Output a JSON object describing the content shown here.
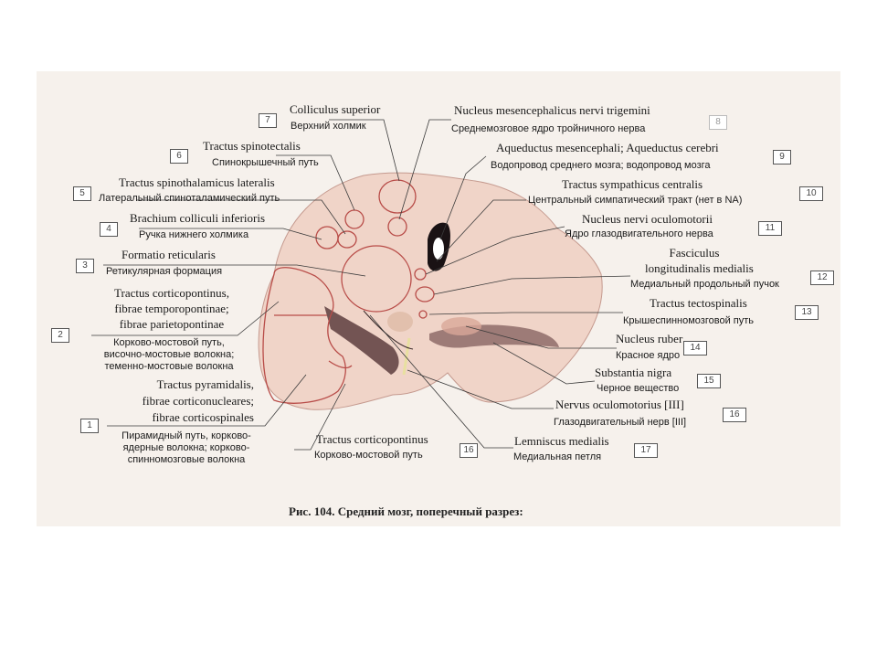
{
  "figure": {
    "caption": "Рис. 104. Средний мозг, поперечный разрез:",
    "colors": {
      "background": "#f6f1ec",
      "tissue": "#f0d4c8",
      "outline": "#b84c48",
      "dark": "#3a2326"
    }
  },
  "labels": {
    "l1": {
      "num": "1",
      "latin": [
        "Tractus pyramidalis,",
        "fibrae corticonucleares;",
        "fibrae corticospinales"
      ],
      "russian": [
        "Пирамидный путь, корково-",
        "ядерные волокна; корково-",
        "спинномозговые волокна"
      ]
    },
    "l2": {
      "num": "2",
      "latin": [
        "Tractus corticopontinus,",
        "fibrae temporopontinae;",
        "fibrae parietopontinae"
      ],
      "russian": [
        "Корково-мостовой путь,",
        "височно-мостовые волокна;",
        "теменно-мостовые волокна"
      ]
    },
    "l3": {
      "num": "3",
      "latin": "Formatio reticularis",
      "russian": "Ретикулярная формация"
    },
    "l4": {
      "num": "4",
      "latin": "Brachium colliculi inferioris",
      "russian": "Ручка нижнего холмика"
    },
    "l5": {
      "num": "5",
      "latin": "Tractus spinothalamicus lateralis",
      "russian": "Латеральный спиноталамический путь"
    },
    "l6": {
      "num": "6",
      "latin": "Tractus spinotectalis",
      "russian": "Спинокрышечный путь"
    },
    "l7": {
      "num": "7",
      "latin": "Colliculus superior",
      "russian": "Верхний холмик"
    },
    "l8": {
      "num": "8",
      "latin": "Nucleus mesencephalicus nervi trigemini",
      "russian": "Среднемозговое ядро тройничного нерва"
    },
    "l9": {
      "num": "9",
      "latin": "Aqueductus mesencephali; Aqueductus cerebri",
      "russian": "Водопровод среднего мозга; водопровод мозга"
    },
    "l10": {
      "num": "10",
      "latin": "Tractus sympathicus centralis",
      "russian": "Центральный симпатический тракт (нет в NA)"
    },
    "l11": {
      "num": "11",
      "latin": "Nucleus nervi oculomotorii",
      "russian": "Ядро глазодвигательного нерва"
    },
    "l12": {
      "num": "12",
      "latin": [
        "Fasciculus",
        "longitudinalis medialis"
      ],
      "russian": "Медиальный продольный пучок"
    },
    "l13": {
      "num": "13",
      "latin": "Tractus tectospinalis",
      "russian": "Крышеспинномозговой путь"
    },
    "l14": {
      "num": "14",
      "latin": "Nucleus ruber",
      "russian": "Красное ядро"
    },
    "l15": {
      "num": "15",
      "latin": "Substantia nigra",
      "russian": "Черное вещество"
    },
    "l16": {
      "num": "16",
      "latin": "Nervus oculomotorius [III]",
      "russian": "Глазодвигательный нерв [III]"
    },
    "l16b": {
      "num": "16",
      "latin": "Tractus corticopontinus",
      "russian": "Корково-мостовой путь"
    },
    "l17": {
      "num": "17",
      "latin": "Lemniscus medialis",
      "russian": "Медиальная петля"
    }
  }
}
